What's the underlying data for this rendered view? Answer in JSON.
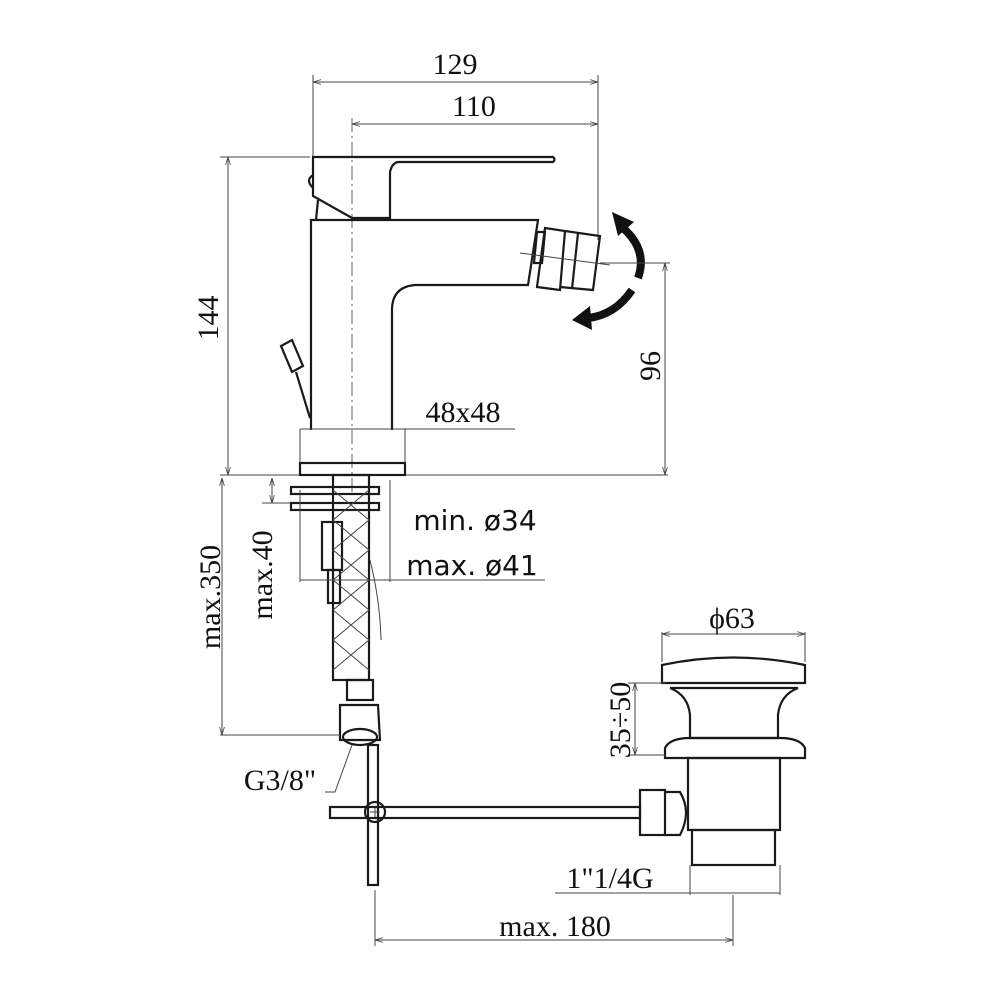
{
  "drawing": {
    "dim_overall_width": "129",
    "dim_spout_reach": "110",
    "dim_height": "144",
    "dim_spout_height": "96",
    "dim_base": "48x48",
    "dim_min_hole": "min. ø34",
    "dim_max_hole": "max. ø41",
    "dim_max_deck": "max.40",
    "dim_max_hose": "max.350",
    "dim_connection": "G3/8\"",
    "dim_drain_diameter": "ϕ63",
    "dim_drain_height": "35÷50",
    "dim_drain_thread": "1\"1/4G",
    "dim_max_rod": "max. 180"
  }
}
